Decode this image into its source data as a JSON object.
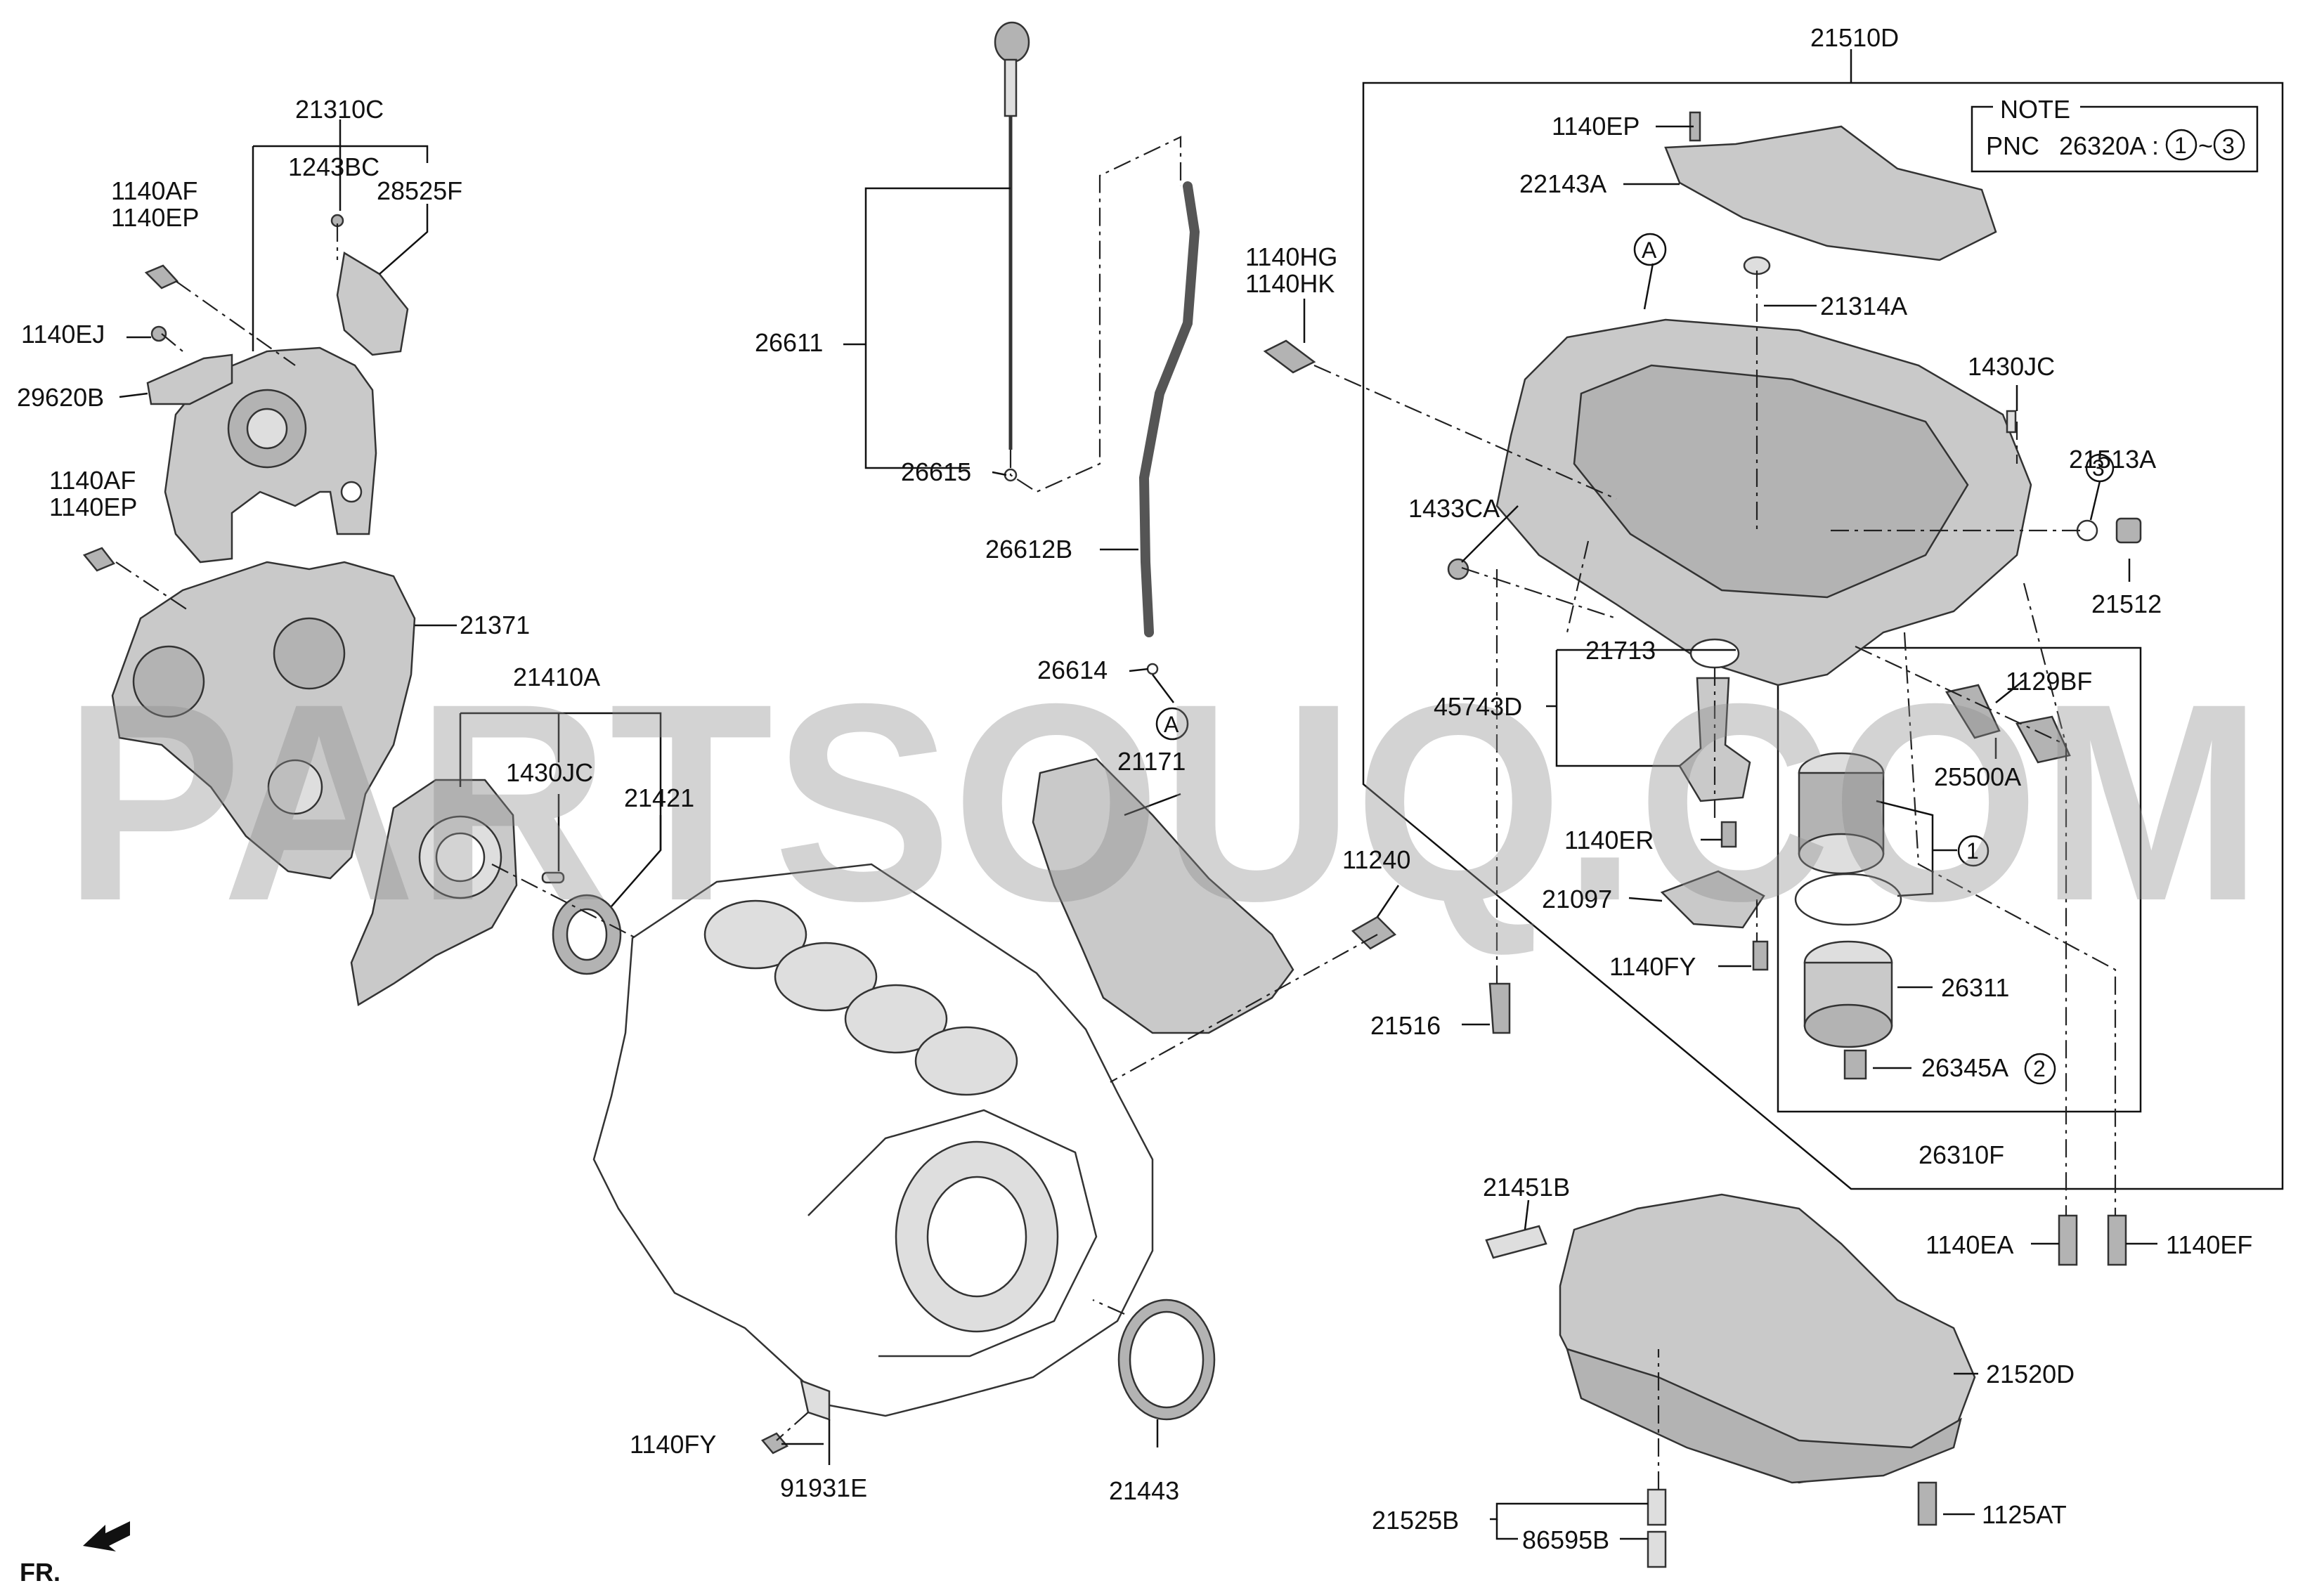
{
  "watermark": "PARTSOUQ.COM",
  "front_marker": "FR.",
  "note": {
    "title": "NOTE",
    "pnc_prefix": "PNC",
    "pnc_code": "26320A",
    "colon": ":",
    "range_start": "1",
    "tilde": "~",
    "range_end": "3"
  },
  "labels": {
    "l21310C": "21310C",
    "l1243BC": "1243BC",
    "l28525F": "28525F",
    "l1140AF_a": "1140AF",
    "l1140EP_a": "1140EP",
    "l1140EJ": "1140EJ",
    "l29620B": "29620B",
    "l1140AF_b": "1140AF",
    "l1140EP_b": "1140EP",
    "l21371": "21371",
    "l21410A": "21410A",
    "l1430JC_a": "1430JC",
    "l21421": "21421",
    "l26611": "26611",
    "l26615": "26615",
    "l26612B": "26612B",
    "l26614": "26614",
    "lA_1": "A",
    "l21171": "21171",
    "l1140HG": "1140HG",
    "l1140HK": "1140HK",
    "l11240": "11240",
    "l1140FY_a": "1140FY",
    "l91931E": "91931E",
    "l21443": "21443",
    "l21510D": "21510D",
    "l1140EP_c": "1140EP",
    "l22143A": "22143A",
    "lA_2": "A",
    "l21314A": "21314A",
    "l1430JC_b": "1430JC",
    "l3_a": "3",
    "l21513A": "21513A",
    "l1433CA": "1433CA",
    "l21512": "21512",
    "l21713": "21713",
    "l45743D": "45743D",
    "l1129BF": "1129BF",
    "l25500A": "25500A",
    "l1140ER": "1140ER",
    "l1_a": "1",
    "l21097": "21097",
    "l1140FY_b": "1140FY",
    "l26311": "26311",
    "l21516": "21516",
    "l26345A": "26345A",
    "l2_a": "2",
    "l26310F": "26310F",
    "l21451B": "21451B",
    "l1140EA": "1140EA",
    "l1140EF": "1140EF",
    "l21520D": "21520D",
    "l21525B": "21525B",
    "l86595B": "86595B",
    "l1125AT": "1125AT"
  }
}
